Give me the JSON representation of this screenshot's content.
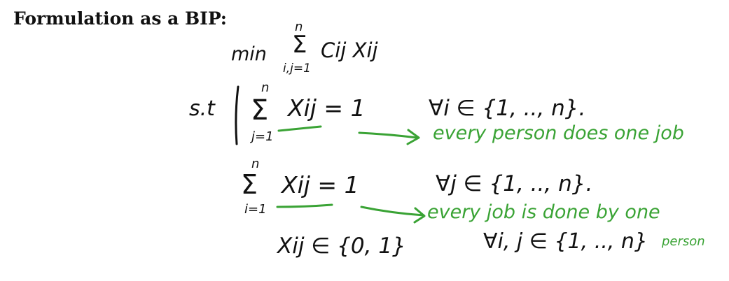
{
  "heading": "Formulation as a BIP:",
  "objective": {
    "keyword": "min",
    "sum_upper": "n",
    "sum_lower": "i,j=1",
    "term": "Cij Xij"
  },
  "st_label": "s.t",
  "constraint_1": {
    "sum_upper": "n",
    "sum_lower": "j=1",
    "expr": "Xij = 1",
    "domain": "∀i ∈ {1, .., n}.",
    "note": "every person does one job"
  },
  "constraint_2": {
    "sum_upper": "n",
    "sum_lower": "i=1",
    "expr": "Xij = 1",
    "domain": "∀j ∈ {1, .., n}.",
    "note_line1": "every job is done by one",
    "note_line2": "person"
  },
  "binary": {
    "expr": "Xij ∈ {0, 1}",
    "domain": "∀i, j ∈ {1, .., n}"
  },
  "colors": {
    "ink": "#111111",
    "annotation": "#3aa335"
  }
}
